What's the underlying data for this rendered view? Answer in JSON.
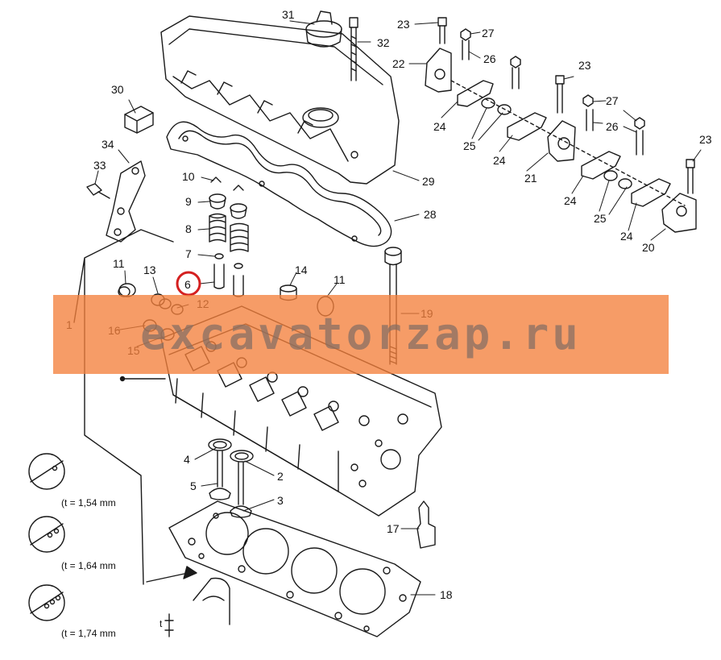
{
  "parts": [
    {
      "id": "p1",
      "text": "1"
    },
    {
      "id": "p2",
      "text": "2"
    },
    {
      "id": "p3",
      "text": "3"
    },
    {
      "id": "p4",
      "text": "4"
    },
    {
      "id": "p5",
      "text": "5"
    },
    {
      "id": "p6",
      "text": "6"
    },
    {
      "id": "p7",
      "text": "7"
    },
    {
      "id": "p8",
      "text": "8"
    },
    {
      "id": "p9",
      "text": "9"
    },
    {
      "id": "p10",
      "text": "10"
    },
    {
      "id": "p11a",
      "text": "11"
    },
    {
      "id": "p11b",
      "text": "11"
    },
    {
      "id": "p12",
      "text": "12"
    },
    {
      "id": "p13",
      "text": "13"
    },
    {
      "id": "p14",
      "text": "14"
    },
    {
      "id": "p15",
      "text": "15"
    },
    {
      "id": "p16",
      "text": "16"
    },
    {
      "id": "p17",
      "text": "17"
    },
    {
      "id": "p18",
      "text": "18"
    },
    {
      "id": "p19",
      "text": "19"
    },
    {
      "id": "p20",
      "text": "20"
    },
    {
      "id": "p21",
      "text": "21"
    },
    {
      "id": "p22",
      "text": "22"
    },
    {
      "id": "p23a",
      "text": "23"
    },
    {
      "id": "p23b",
      "text": "23"
    },
    {
      "id": "p23c",
      "text": "23"
    },
    {
      "id": "p24a",
      "text": "24"
    },
    {
      "id": "p24b",
      "text": "24"
    },
    {
      "id": "p24c",
      "text": "24"
    },
    {
      "id": "p24d",
      "text": "24"
    },
    {
      "id": "p25a",
      "text": "25"
    },
    {
      "id": "p25b",
      "text": "25"
    },
    {
      "id": "p26a",
      "text": "26"
    },
    {
      "id": "p26b",
      "text": "26"
    },
    {
      "id": "p27a",
      "text": "27"
    },
    {
      "id": "p27b",
      "text": "27"
    },
    {
      "id": "p28",
      "text": "28"
    },
    {
      "id": "p29",
      "text": "29"
    },
    {
      "id": "p30",
      "text": "30"
    },
    {
      "id": "p31",
      "text": "31"
    },
    {
      "id": "p32",
      "text": "32"
    },
    {
      "id": "p33",
      "text": "33"
    },
    {
      "id": "p34",
      "text": "34"
    }
  ],
  "highlight": {
    "part": "6",
    "color": "#d42020"
  },
  "gasket_notes": [
    "(t = 1,54 mm",
    "(t = 1,64 mm",
    "(t = 1,74 mm"
  ],
  "thickness_symbol": "t",
  "watermark": "excavatorzap.ru",
  "colors": {
    "line": "#1a1a1a",
    "watermark_band": "#f4803c"
  }
}
